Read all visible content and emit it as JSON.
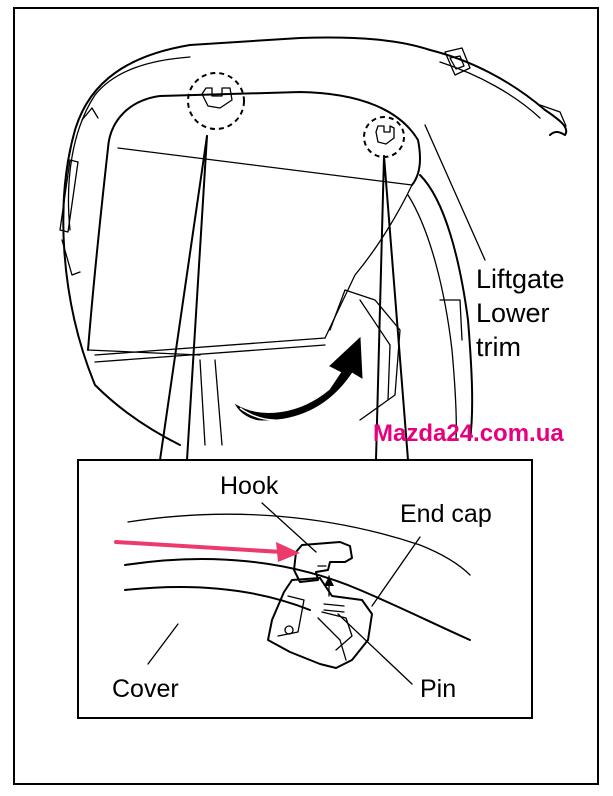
{
  "labels": {
    "liftgate_line1": "Liftgate",
    "liftgate_line2": "Lower",
    "liftgate_line3": "trim",
    "hook": "Hook",
    "end_cap": "End cap",
    "cover": "Cover",
    "pin": "Pin"
  },
  "watermark": "Mazda24.com.ua",
  "colors": {
    "watermark": "#e6007e",
    "pointer_arrow": "#ec3a6e",
    "line": "#000000"
  }
}
